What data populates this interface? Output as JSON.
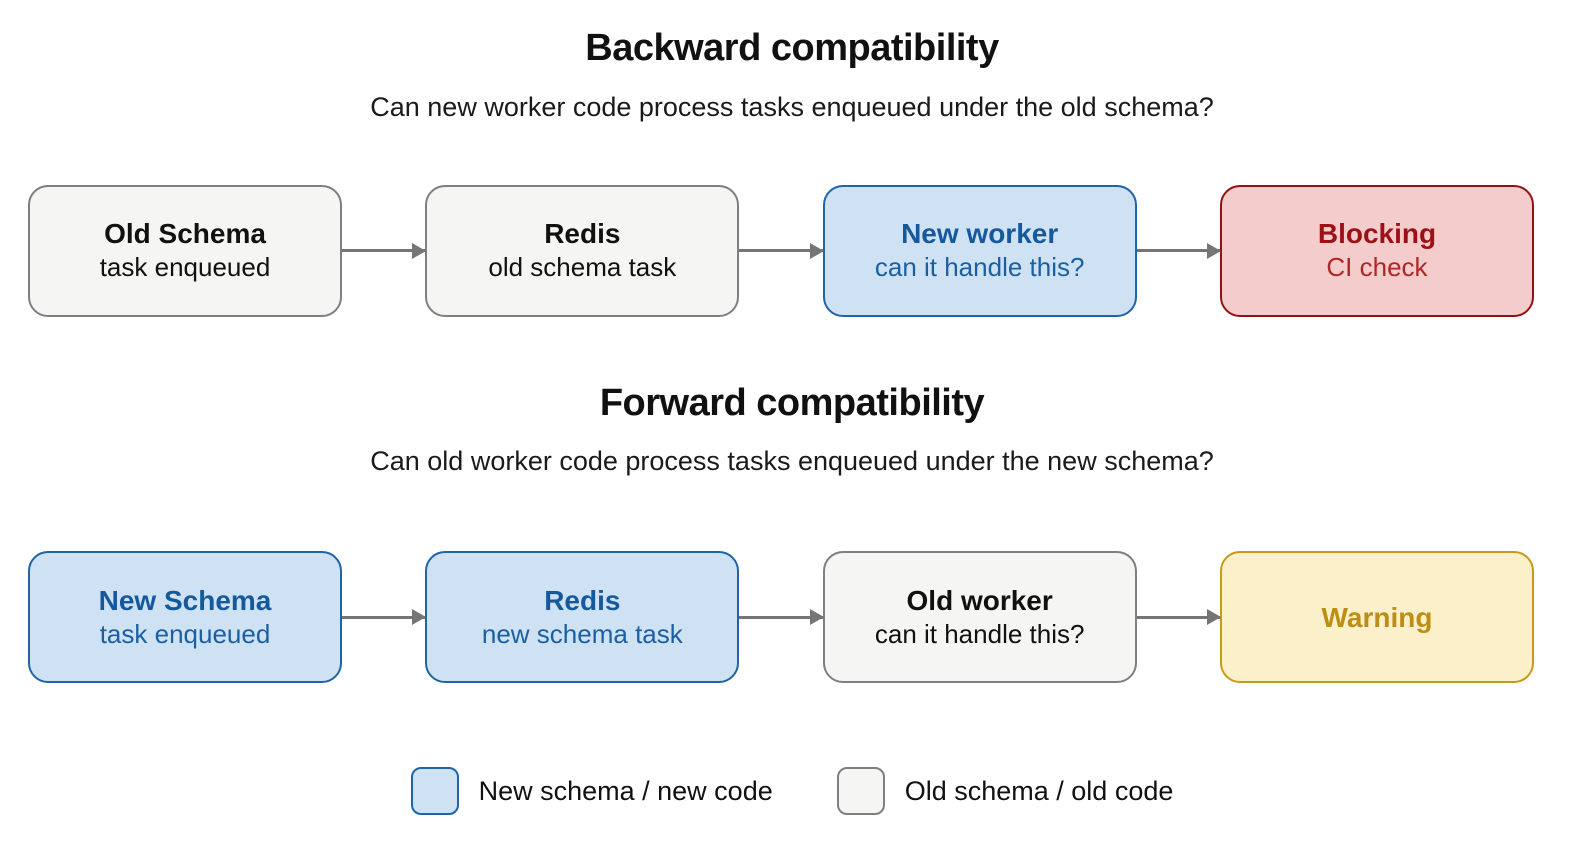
{
  "colors": {
    "background": "#ffffff",
    "new_fill": "#cfe2f3",
    "new_border": "#1f63a8",
    "new_text": "#15589c",
    "old_fill": "#f5f5f3",
    "old_border": "#7f7f7f",
    "old_text": "#111111",
    "blocking_fill": "#f4cccc",
    "blocking_border": "#941111",
    "blocking_text": "#9c1115",
    "warning_fill": "#fcf0cb",
    "warning_border": "#c99a18",
    "warning_text": "#bb8e15",
    "arrow": "#757575"
  },
  "sections": [
    {
      "title": "Backward compatibility",
      "subtitle": "Can new worker code process tasks enqueued under the old schema?",
      "nodes": [
        {
          "title": "Old Schema",
          "subtitle": "task enqueued"
        },
        {
          "title": "Redis",
          "subtitle": "old schema task"
        },
        {
          "title": "New worker",
          "subtitle": "can it handle this?"
        },
        {
          "title": "Blocking",
          "subtitle": "CI check"
        }
      ]
    },
    {
      "title": "Forward compatibility",
      "subtitle": "Can old worker code process tasks enqueued under the new schema?",
      "nodes": [
        {
          "title": "New Schema",
          "subtitle": "task enqueued"
        },
        {
          "title": "Redis",
          "subtitle": "new schema task"
        },
        {
          "title": "Old worker",
          "subtitle": "can it handle this?"
        },
        {
          "title": "Warning",
          "subtitle": ""
        }
      ]
    }
  ],
  "legend": [
    {
      "label": "New schema / new code"
    },
    {
      "label": "Old schema / old code"
    }
  ]
}
